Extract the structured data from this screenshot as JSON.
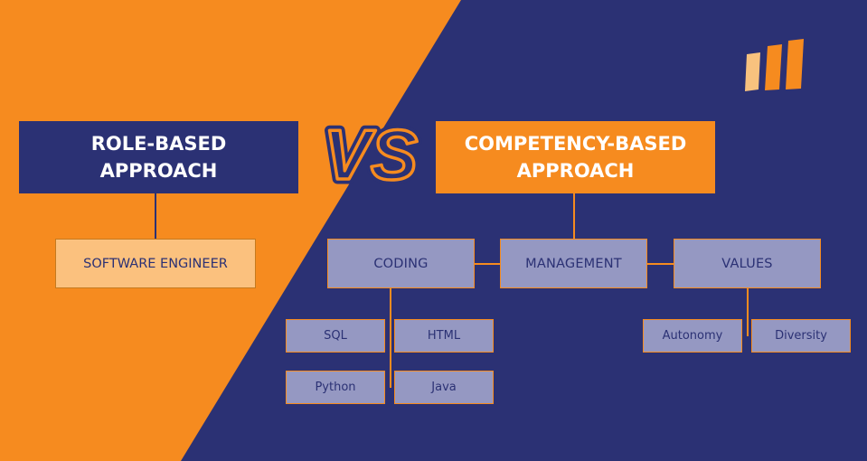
{
  "colors": {
    "orange": "#f68b1f",
    "navy": "#2b3174",
    "box_lavender": "#9598c2",
    "box_peach": "#fbc17e",
    "logo_light": "#f8c27e"
  },
  "left": {
    "title": "ROLE-BASED\nAPPROACH",
    "role": "SOFTWARE ENGINEER"
  },
  "versus": "VS",
  "right": {
    "title": "COMPETENCY-BASED\nAPPROACH",
    "competencies": [
      "CODING",
      "MANAGEMENT",
      "VALUES"
    ],
    "coding_skills": [
      "SQL",
      "HTML",
      "Python",
      "Java"
    ],
    "values_items": [
      "Autonomy",
      "Diversity"
    ]
  },
  "logo_icon": "bar-chart-logo-icon"
}
